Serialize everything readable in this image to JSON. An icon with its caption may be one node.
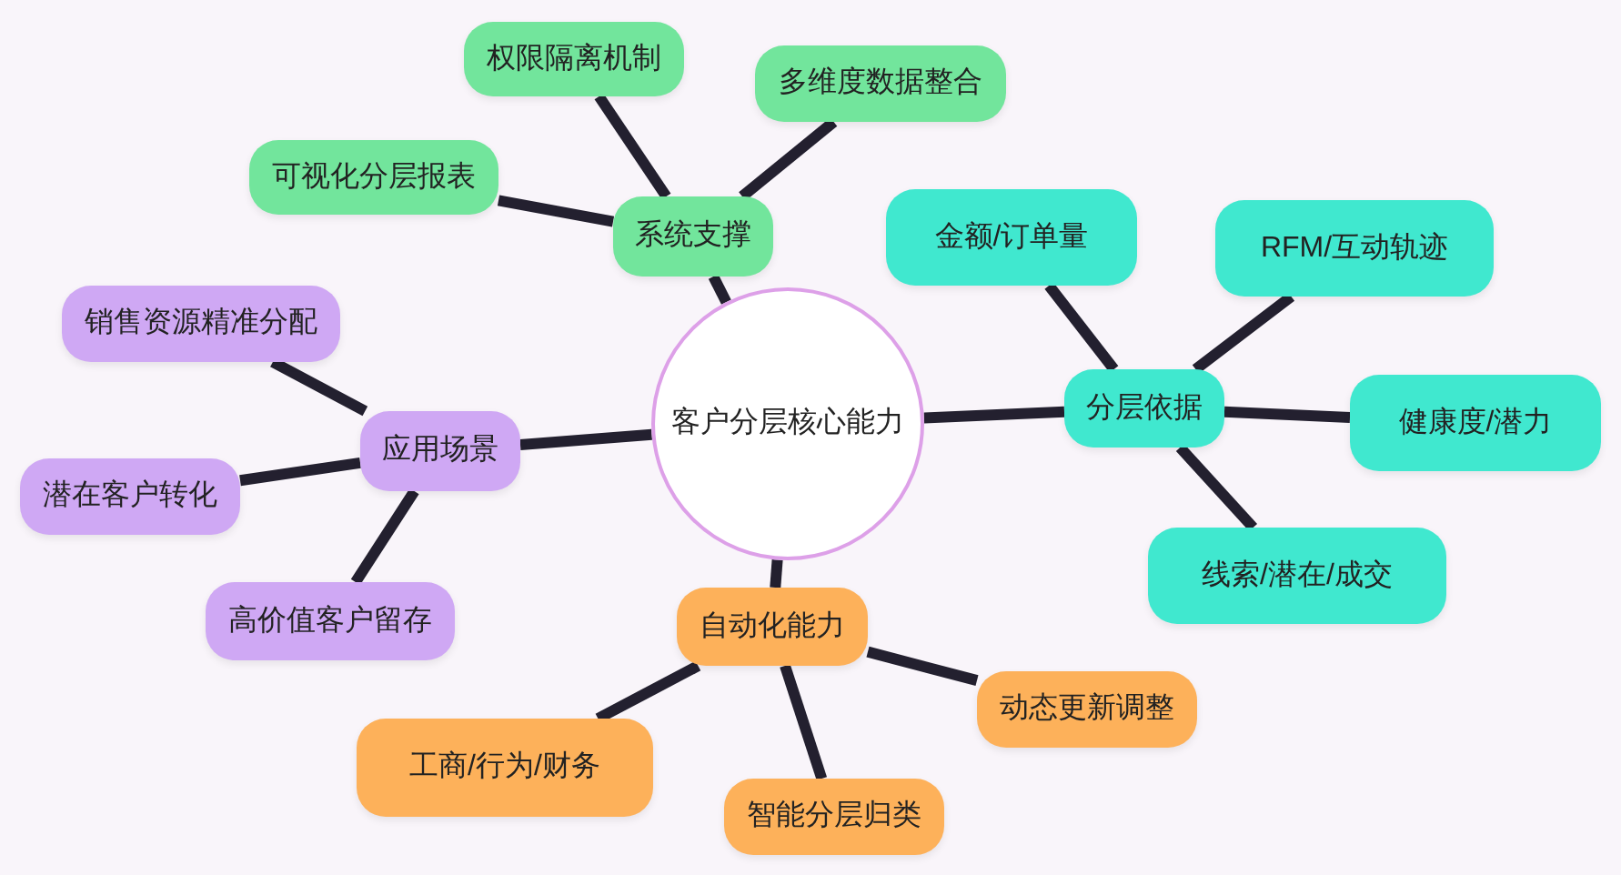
{
  "diagram": {
    "nodes": [
      {
        "text": [
          "客户分层核心能力"
        ]
      },
      {
        "text": [
          "系统支撑"
        ]
      },
      {
        "text": [
          "权限隔离机制"
        ]
      },
      {
        "text": [
          "多维度数据整合"
        ]
      },
      {
        "text": [
          "可视化分层报表"
        ]
      },
      {
        "text": [
          "分层依据"
        ]
      },
      {
        "text": [
          "金额/订单量"
        ]
      },
      {
        "text": [
          "RFM/互动轨迹"
        ]
      },
      {
        "text": [
          "健康度/潜力"
        ]
      },
      {
        "text": [
          "线索/潜在/成交"
        ]
      },
      {
        "text": [
          "应用场景"
        ]
      },
      {
        "text": [
          "销售资源精准分配"
        ]
      },
      {
        "text": [
          "潜在客户转化"
        ]
      },
      {
        "text": [
          "高价值客户留存"
        ]
      },
      {
        "text": [
          "自动化能力"
        ]
      },
      {
        "text": [
          "工商/行为/财务"
        ]
      },
      {
        "text": [
          "智能分层归类"
        ]
      },
      {
        "text": [
          "动态更新调整"
        ]
      }
    ],
    "edges": [
      {
        "from": 0,
        "to": 1,
        "arrow": "none"
      },
      {
        "from": 1,
        "to": 2,
        "arrow": "none"
      },
      {
        "from": 1,
        "to": 3,
        "arrow": "none"
      },
      {
        "from": 1,
        "to": 4,
        "arrow": "none"
      },
      {
        "from": 0,
        "to": 5,
        "arrow": "none"
      },
      {
        "from": 5,
        "to": 6,
        "arrow": "none"
      },
      {
        "from": 5,
        "to": 7,
        "arrow": "none"
      },
      {
        "from": 5,
        "to": 8,
        "arrow": "none"
      },
      {
        "from": 5,
        "to": 9,
        "arrow": "none"
      },
      {
        "from": 0,
        "to": 10,
        "arrow": "none"
      },
      {
        "from": 10,
        "to": 11,
        "arrow": "none"
      },
      {
        "from": 10,
        "to": 12,
        "arrow": "none"
      },
      {
        "from": 10,
        "to": 13,
        "arrow": "none"
      },
      {
        "from": 0,
        "to": 14,
        "arrow": "none"
      },
      {
        "from": 14,
        "to": 15,
        "arrow": "none"
      },
      {
        "from": 14,
        "to": 16,
        "arrow": "none"
      },
      {
        "from": 14,
        "to": 17,
        "arrow": "none"
      }
    ]
  }
}
